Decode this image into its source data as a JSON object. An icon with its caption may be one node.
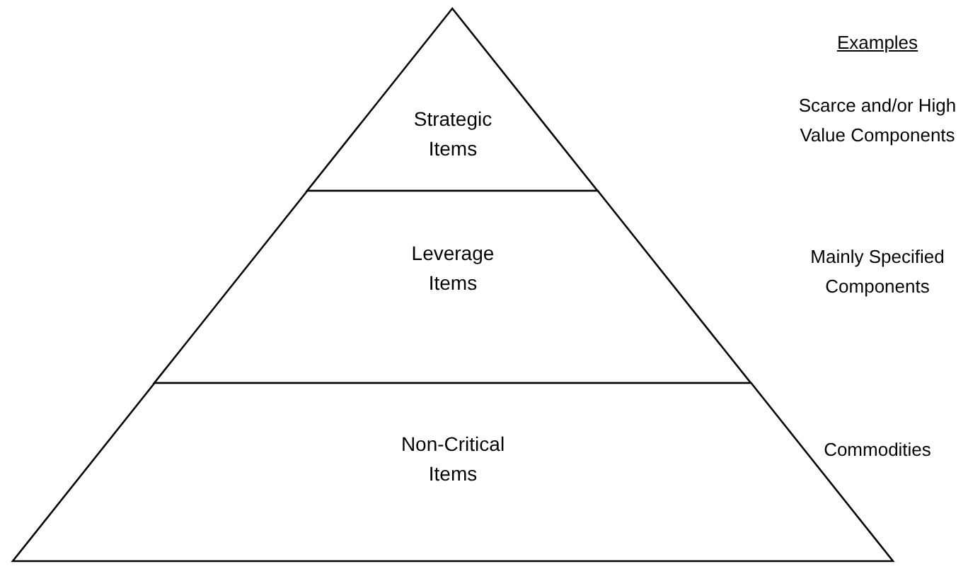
{
  "diagram": {
    "nodes": [
      {
        "text": [
          "Strategic Items"
        ]
      },
      {
        "text": [
          "Leverage Items"
        ]
      },
      {
        "text": [
          "Non-Critical Items"
        ]
      }
    ],
    "labels": [
      "Examples",
      "Scarce and/or High Value Components",
      "Mainly Specified Components",
      "Commodities"
    ]
  }
}
